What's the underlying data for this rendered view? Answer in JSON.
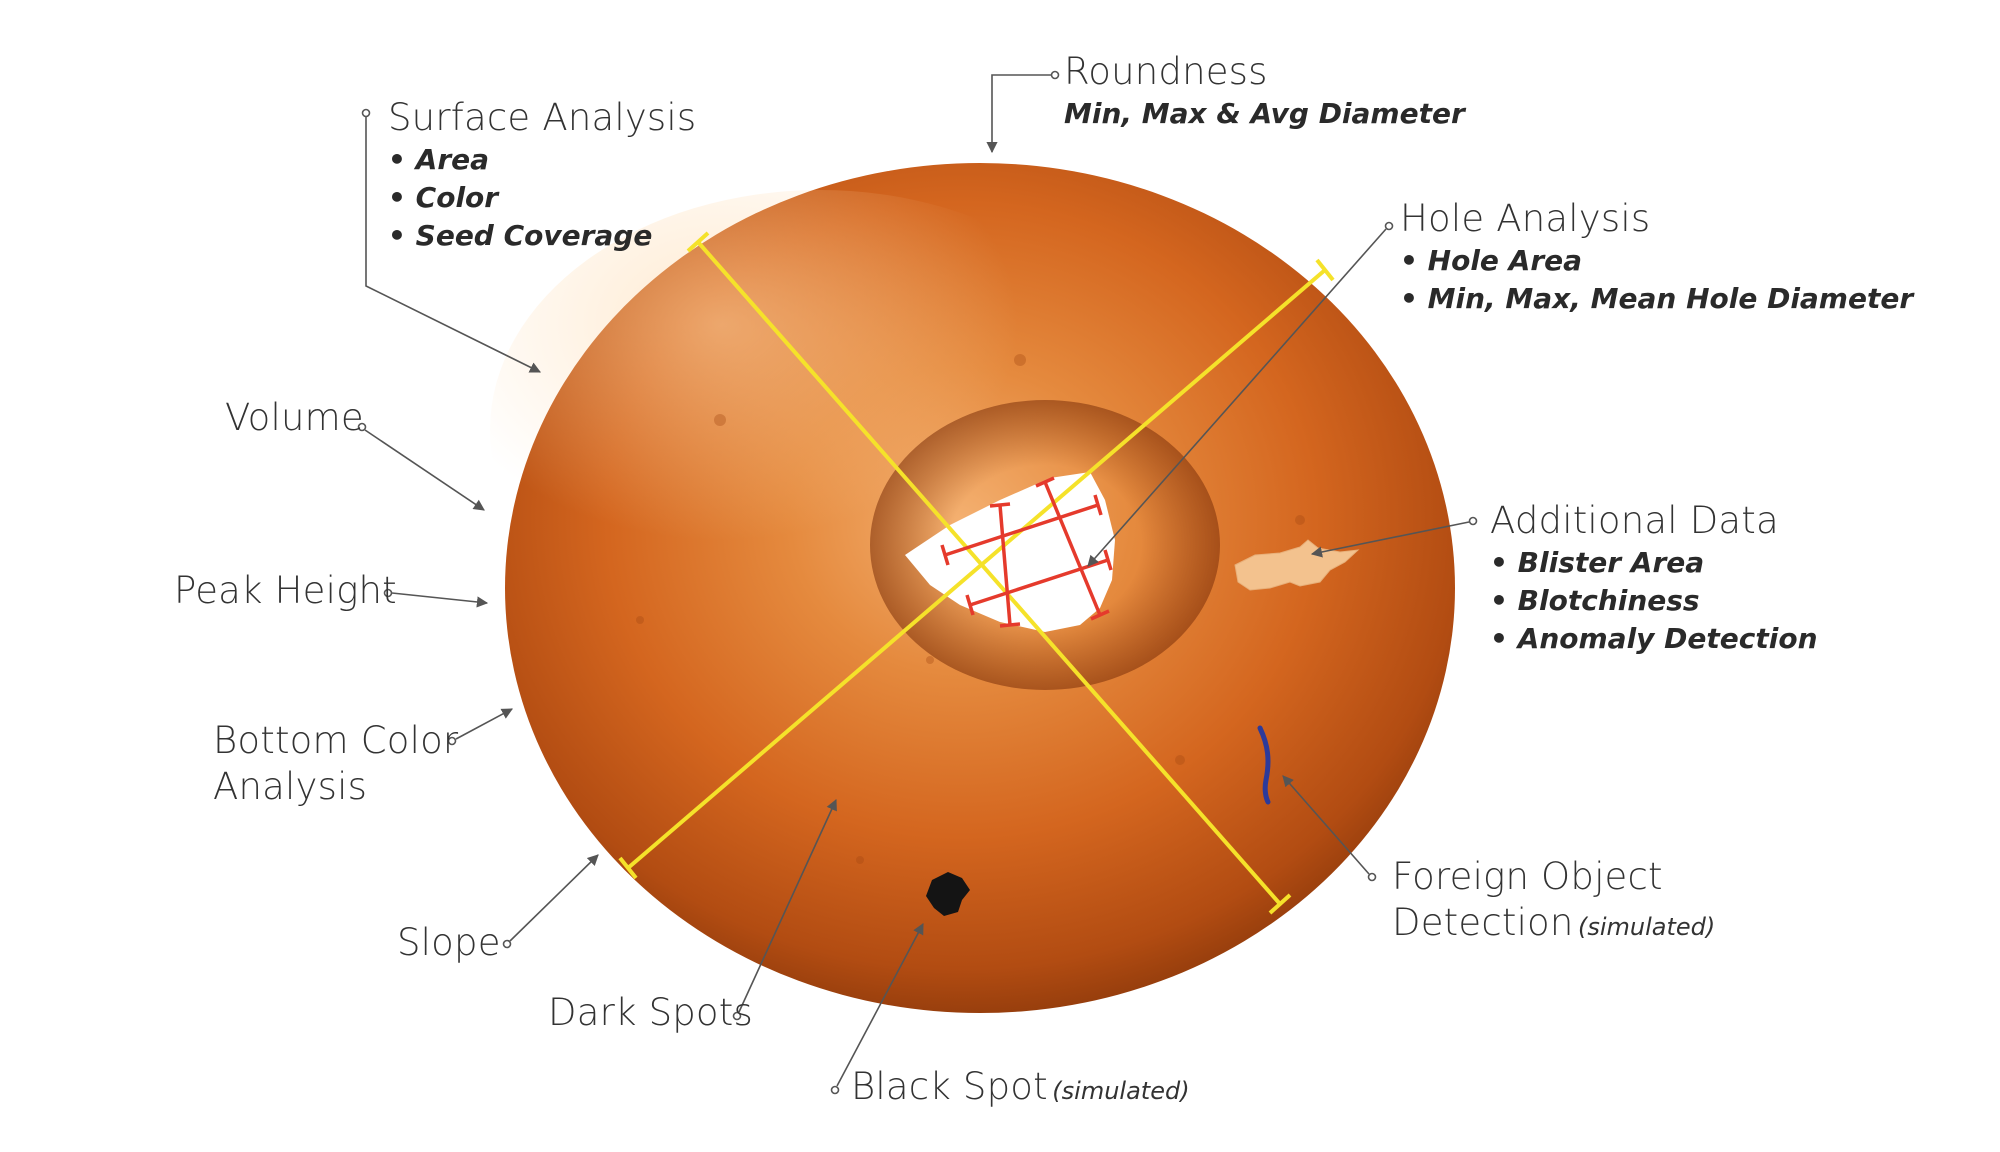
{
  "labels": {
    "surface": {
      "title": "Surface Analysis",
      "items": [
        "Area",
        "Color",
        "Seed Coverage"
      ]
    },
    "roundness": {
      "title": "Roundness",
      "subtitle": "Min, Max & Avg Diameter"
    },
    "hole": {
      "title": "Hole Analysis",
      "items": [
        "Hole Area",
        "Min, Max, Mean Hole Diameter"
      ]
    },
    "volume": {
      "title": "Volume"
    },
    "peak_height": {
      "title": "Peak Height"
    },
    "bottom_color": {
      "line1": "Bottom Color",
      "line2": "Analysis"
    },
    "additional": {
      "title": "Additional Data",
      "items": [
        "Blister Area",
        "Blotchiness",
        "Anomaly Detection"
      ]
    },
    "slope": {
      "title": "Slope"
    },
    "dark_spots": {
      "title": "Dark Spots"
    },
    "black_spot": {
      "title": "Black Spot",
      "note": "(simulated)"
    },
    "foreign_object": {
      "line1": "Foreign Object",
      "line2": "Detection",
      "note": "(simulated)"
    }
  },
  "colors": {
    "crust_light": "#f0a060",
    "crust_mid": "#d66a22",
    "crust_dark": "#9c3e0c",
    "diameter_line": "#f5e22a",
    "hole_line": "#e53a2c",
    "blister": "#f3c28e",
    "foreign_object": "#2c3a9a",
    "black_spot": "#141414",
    "leader": "#555555"
  }
}
